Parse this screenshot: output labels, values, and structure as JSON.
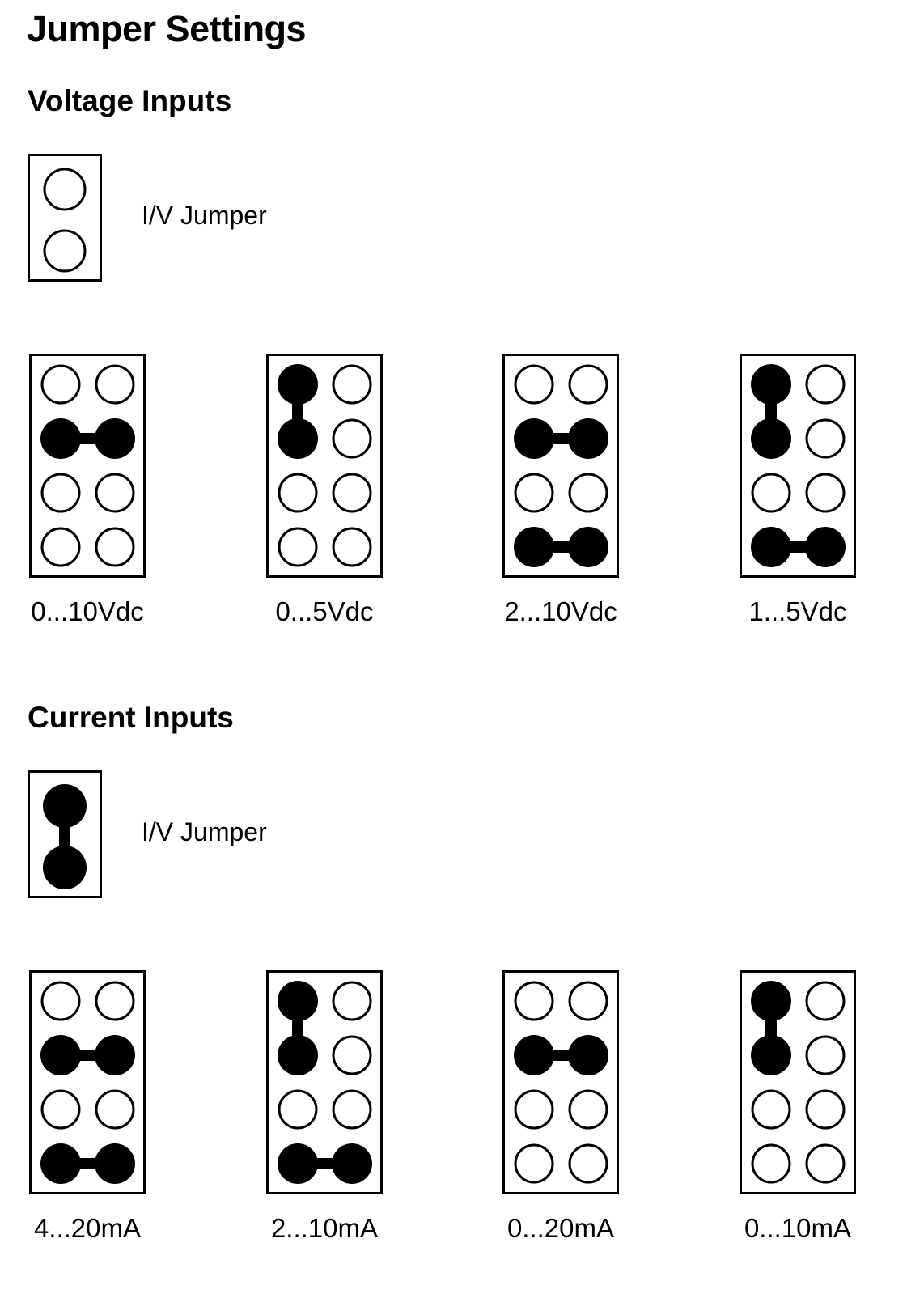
{
  "title": "Jumper Settings",
  "sections": [
    {
      "heading": "Voltage Inputs",
      "iv_jumper": {
        "label": "I/V Jumper",
        "installed": false
      },
      "configs": [
        {
          "label": "0...10Vdc",
          "jumpers": [
            {
              "type": "horizontal",
              "row": 2
            }
          ]
        },
        {
          "label": "0...5Vdc",
          "jumpers": [
            {
              "type": "vertical",
              "col": 1,
              "rows": [
                1,
                2
              ]
            }
          ]
        },
        {
          "label": "2...10Vdc",
          "jumpers": [
            {
              "type": "horizontal",
              "row": 2
            },
            {
              "type": "horizontal",
              "row": 4
            }
          ]
        },
        {
          "label": "1...5Vdc",
          "jumpers": [
            {
              "type": "vertical",
              "col": 1,
              "rows": [
                1,
                2
              ]
            },
            {
              "type": "horizontal",
              "row": 4
            }
          ]
        }
      ]
    },
    {
      "heading": "Current Inputs",
      "iv_jumper": {
        "label": "I/V Jumper",
        "installed": true
      },
      "configs": [
        {
          "label": "4...20mA",
          "jumpers": [
            {
              "type": "horizontal",
              "row": 2
            },
            {
              "type": "horizontal",
              "row": 4
            }
          ]
        },
        {
          "label": "2...10mA",
          "jumpers": [
            {
              "type": "vertical",
              "col": 1,
              "rows": [
                1,
                2
              ]
            },
            {
              "type": "horizontal",
              "row": 4
            }
          ]
        },
        {
          "label": "0...20mA",
          "jumpers": [
            {
              "type": "horizontal",
              "row": 2
            }
          ]
        },
        {
          "label": "0...10mA",
          "jumpers": [
            {
              "type": "vertical",
              "col": 1,
              "rows": [
                1,
                2
              ]
            }
          ]
        }
      ]
    }
  ]
}
